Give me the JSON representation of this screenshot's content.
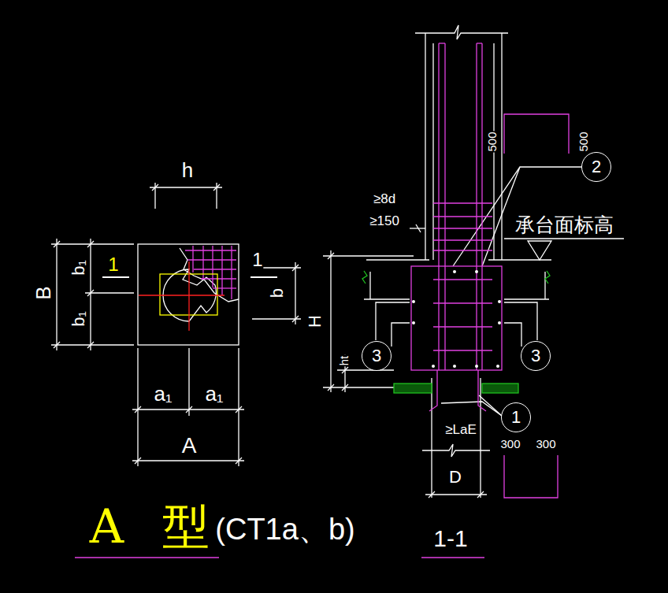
{
  "diagram": {
    "title": "A 型",
    "nodes": [
      {
        "text": [
          "2"
        ]
      },
      {
        "text": [
          "3"
        ]
      },
      {
        "text": [
          "3"
        ]
      },
      {
        "text": [
          "1"
        ]
      }
    ],
    "labels": [
      "h",
      "B",
      "b₁",
      "b₁",
      "1",
      "1",
      "b",
      "a₁",
      "a₁",
      "A",
      "≥8d",
      "≥150",
      "500",
      "500",
      "承台面标高",
      "H",
      "ht",
      "≥LaE",
      "D",
      "300",
      "300",
      "(CT1a、b)",
      "1-1"
    ]
  }
}
